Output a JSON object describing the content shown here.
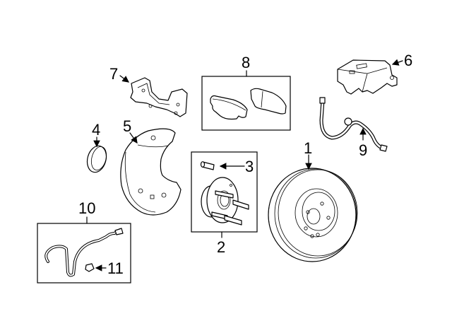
{
  "diagram": {
    "title": "Front brake components exploded view",
    "callouts": [
      {
        "id": "1",
        "label": "1",
        "part": "rotor"
      },
      {
        "id": "2",
        "label": "2",
        "part": "hub-assembly"
      },
      {
        "id": "3",
        "label": "3",
        "part": "wheel-stud"
      },
      {
        "id": "4",
        "label": "4",
        "part": "seal-ring"
      },
      {
        "id": "5",
        "label": "5",
        "part": "splash-shield"
      },
      {
        "id": "6",
        "label": "6",
        "part": "caliper"
      },
      {
        "id": "7",
        "label": "7",
        "part": "caliper-bracket"
      },
      {
        "id": "8",
        "label": "8",
        "part": "brake-pads"
      },
      {
        "id": "9",
        "label": "9",
        "part": "brake-hose"
      },
      {
        "id": "10",
        "label": "10",
        "part": "wear-sensor"
      },
      {
        "id": "11",
        "label": "11",
        "part": "clip"
      }
    ]
  }
}
